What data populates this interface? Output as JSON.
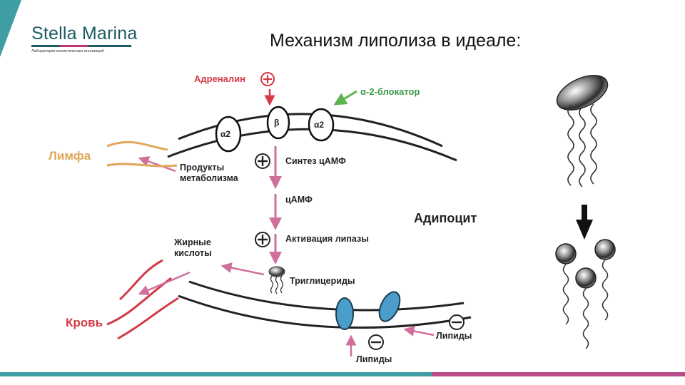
{
  "logo": {
    "name": "Stella Marina",
    "subtitle": "Лаборатория косметических инноваций"
  },
  "title": "Механизм липолиза в идеале:",
  "diagram": {
    "adrenaline": "Адреналин",
    "alpha2_blocker": "α-2-блокатор",
    "receptor_alpha2_left": "α2",
    "receptor_beta": "β",
    "receptor_alpha2_right": "α2",
    "lymph": "Лимфа",
    "metabolism_products": "Продукты метаболизма",
    "camp_synthesis": "Синтез цАМФ",
    "camp": "цАМФ",
    "adipocyte": "Адипоцит",
    "fatty_acids": "Жирные кислоты",
    "lipase_activation": "Активация липазы",
    "triglycerides": "Триглицериды",
    "blood": "Кровь",
    "lipids_right": "Липиды",
    "lipids_bottom": "Липиды"
  },
  "colors": {
    "teal": "#3f9ea3",
    "pink": "#b84a88",
    "arrow": "#d06f9c",
    "red": "#d23a46",
    "green": "#5bb450",
    "orange": "#e1a55a"
  }
}
